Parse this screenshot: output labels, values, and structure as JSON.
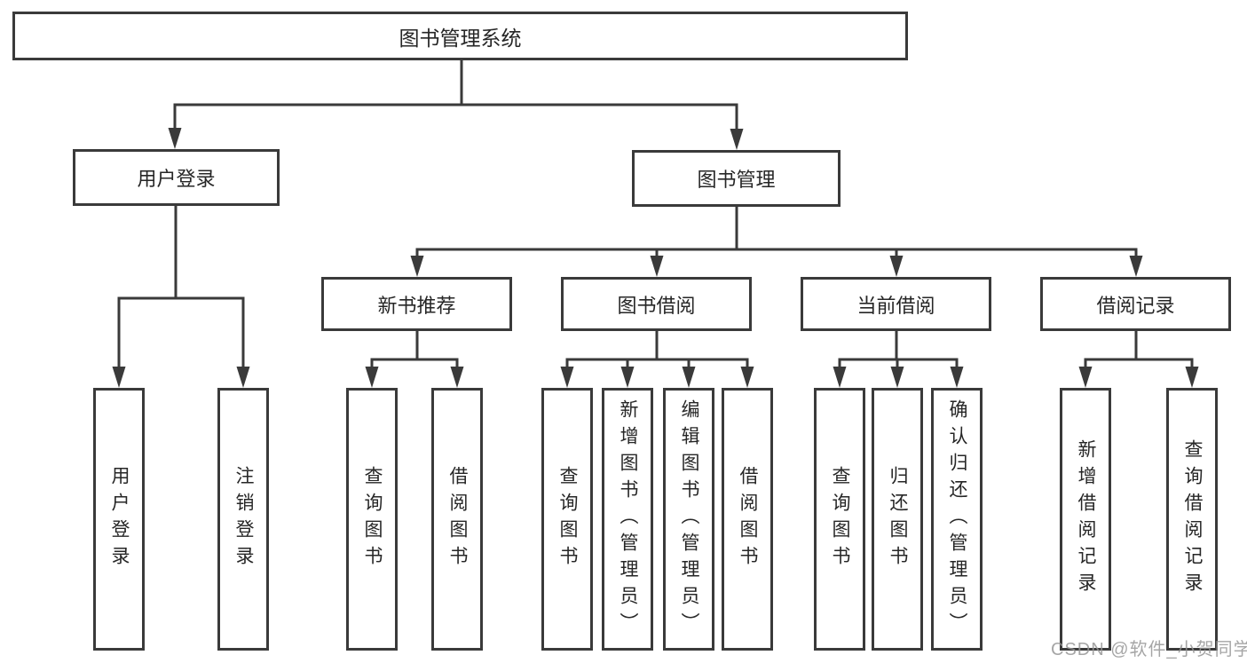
{
  "tree": {
    "root": {
      "label": "图书管理系统"
    },
    "children": [
      {
        "label": "用户登录",
        "children": [
          {
            "label": "用户登录"
          },
          {
            "label": "注销登录"
          }
        ]
      },
      {
        "label": "图书管理",
        "children": [
          {
            "label": "新书推荐",
            "children": [
              {
                "label": "查询图书"
              },
              {
                "label": "借阅图书"
              }
            ]
          },
          {
            "label": "图书借阅",
            "children": [
              {
                "label": "查询图书"
              },
              {
                "label": "新增图书（管理员）"
              },
              {
                "label": "编辑图书（管理员）"
              },
              {
                "label": "借阅图书"
              }
            ]
          },
          {
            "label": "当前借阅",
            "children": [
              {
                "label": "查询图书"
              },
              {
                "label": "归还图书"
              },
              {
                "label": "确认归还（管理员）"
              }
            ]
          },
          {
            "label": "借阅记录",
            "children": [
              {
                "label": "新增借阅记录"
              },
              {
                "label": "查询借阅记录"
              }
            ]
          }
        ]
      }
    ]
  },
  "watermark": {
    "text": "CSDN @软件_小贺同学"
  },
  "colors": {
    "line": "#3a3a3a",
    "box_border": "#3a3a3a",
    "box_fill": "#ffffff",
    "text": "#262626",
    "watermark": "#969696"
  }
}
